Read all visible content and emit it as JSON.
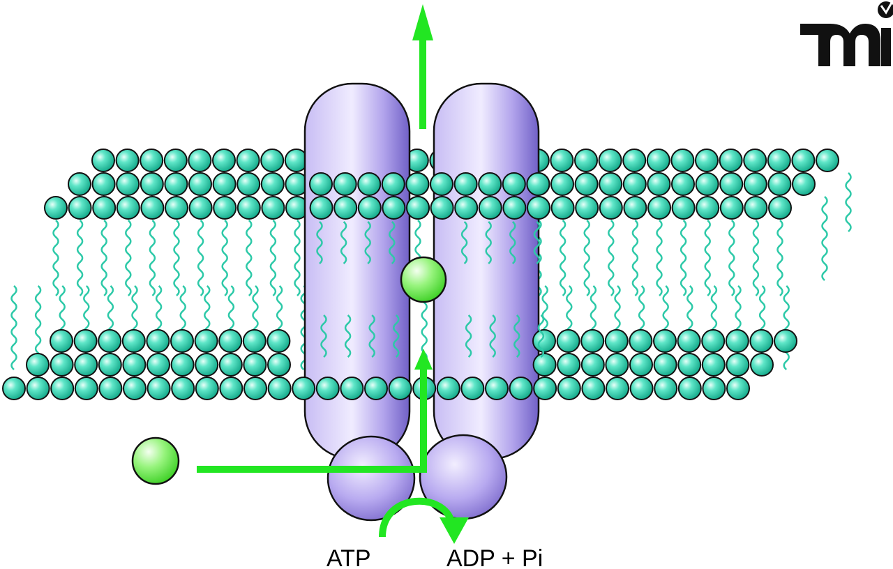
{
  "diagram": {
    "labels": {
      "substrate": "ATP",
      "products": "ADP + Pi"
    },
    "logo_text": "mi",
    "membrane_layers": {
      "top_leaflet_rows": 3,
      "bottom_leaflet_rows": 3
    },
    "elements": [
      {
        "name": "lipid-bilayer",
        "kind": "membrane"
      },
      {
        "name": "transporter-left-subunit",
        "kind": "protein"
      },
      {
        "name": "transporter-right-subunit",
        "kind": "protein"
      },
      {
        "name": "atp-binding-domain-left",
        "kind": "protein"
      },
      {
        "name": "atp-binding-domain-right",
        "kind": "protein"
      },
      {
        "name": "substrate-in-channel",
        "kind": "molecule"
      },
      {
        "name": "substrate-outside",
        "kind": "molecule"
      },
      {
        "name": "transport-path-arrow",
        "kind": "arrow"
      },
      {
        "name": "exit-arrow",
        "kind": "arrow"
      },
      {
        "name": "atp-hydrolysis-arrow",
        "kind": "arrow"
      }
    ]
  },
  "colors": {
    "lipid_head": "#2fd6b4",
    "lipid_tail": "#2dc9a8",
    "protein": "#a99ae6",
    "protein_dark": "#6f5cc0",
    "arrow": "#22e622",
    "molecule": "#7ef06e",
    "outline": "#111111"
  }
}
